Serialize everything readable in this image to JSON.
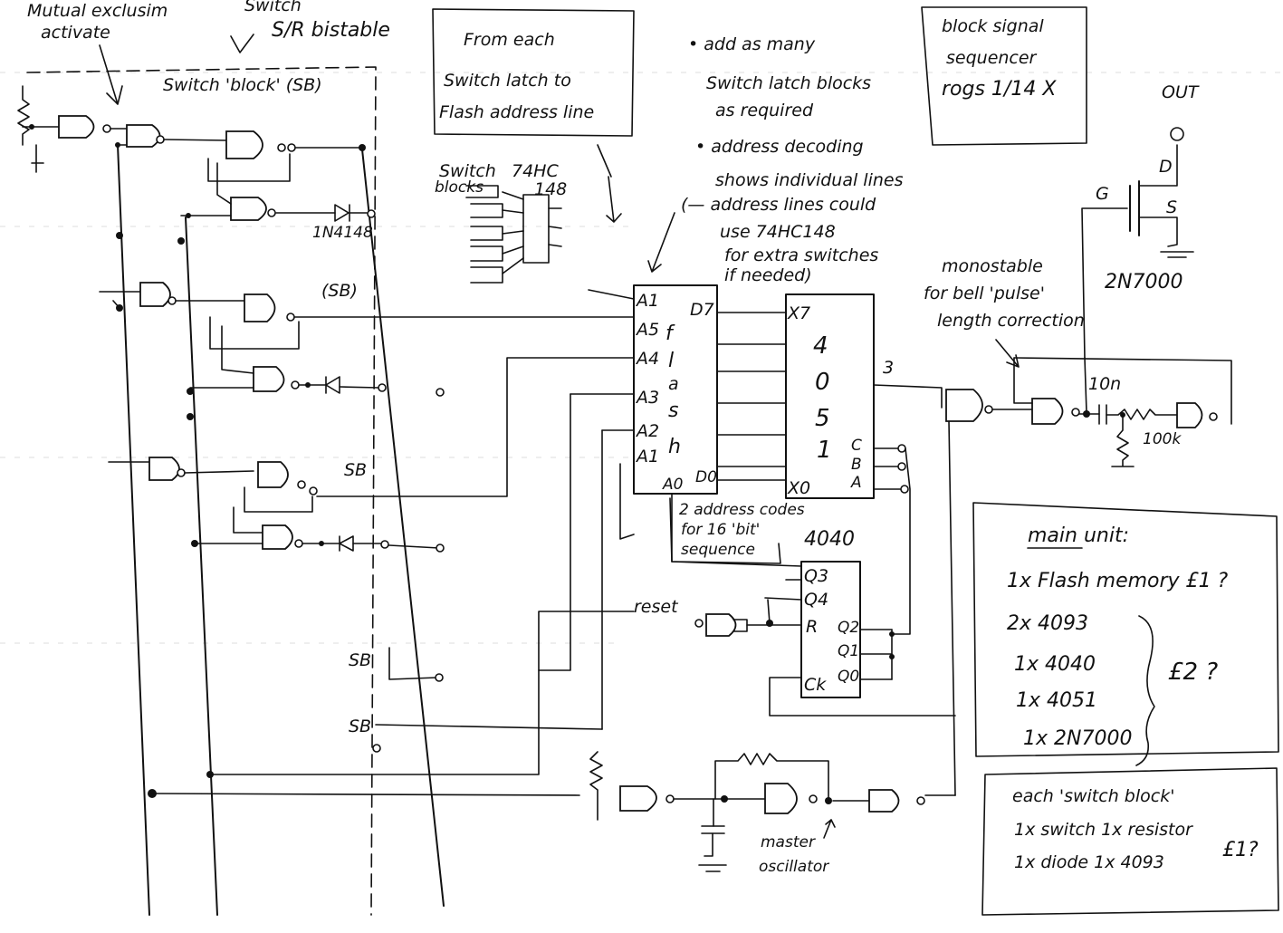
{
  "annotations": {
    "mutual_exclusion": [
      "Mutual exclusim",
      "activate"
    ],
    "switch_sr": [
      "Switch",
      "S/R bistable"
    ],
    "switch_block": "Switch 'block' (SB)",
    "from_each": [
      "From each",
      "Switch latch to",
      "Flash address line"
    ],
    "add_blocks": [
      "• add as many",
      "Switch latch blocks",
      "as required"
    ],
    "address_decoding": [
      "• address decoding",
      "shows individual lines",
      "(— address lines could",
      "use 74HC148",
      "for extra switches",
      "if needed)"
    ],
    "block_signal": [
      "block signal",
      "sequencer",
      "rogs 1/14 X"
    ],
    "out": "OUT",
    "monostable": [
      "monostable",
      "for bell 'pulse'",
      "length correction"
    ],
    "two_address": [
      "2 address codes",
      "for 16 'bit'",
      "sequence"
    ],
    "master_osc": [
      "master",
      "oscillator"
    ],
    "reset": "reset",
    "sb_labels": [
      "(SB)",
      "SB",
      "SB",
      "SB"
    ],
    "diode_label": "1N4148",
    "switch_blocks": [
      "Switch",
      "blocks"
    ],
    "ic_74hc148": [
      "74HC",
      "148"
    ]
  },
  "components": {
    "flash_pins_left": [
      "A1",
      "A5",
      "A4",
      "A3",
      "A2",
      "A1"
    ],
    "flash_pins_right": [
      "D7",
      "f",
      "l",
      "a",
      "s",
      "h"
    ],
    "flash_bottom": [
      "A0",
      "D0"
    ],
    "mux_label": [
      "4",
      "0",
      "5",
      "1"
    ],
    "mux_pins": [
      "X7",
      "X0",
      "C",
      "B",
      "A"
    ],
    "mux_out": "3",
    "counter_label": "4040",
    "counter_pins": [
      "Q3",
      "Q4",
      "R",
      "Ck"
    ],
    "counter_right": [
      "Q2",
      "Q1",
      "Q0"
    ],
    "transistor": [
      "G",
      "D",
      "S"
    ],
    "transistor_name": "2N7000",
    "cap_value": "10n",
    "res_value": "100k"
  },
  "main_unit": {
    "title": "main unit:",
    "items": [
      "1x Flash memory £1 ?",
      "2x 4093",
      "1x 4040",
      "1x 4051",
      "1x 2N7000"
    ],
    "cost": "£2 ?"
  },
  "switch_block_box": {
    "title": "each 'switch block'",
    "line1": "1x switch  1x resistor",
    "line2": "1x diode  1x 4093",
    "cost": "£1?"
  }
}
